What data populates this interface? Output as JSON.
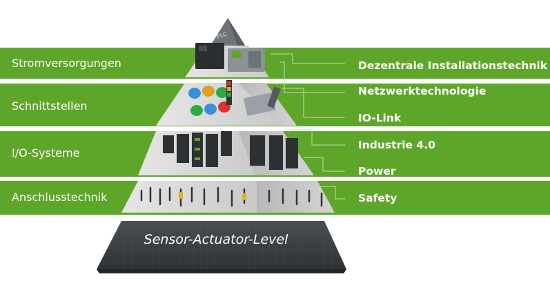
{
  "left_categories": [
    {
      "label": "Stromversorgungen"
    },
    {
      "label": "Schnittstellen"
    },
    {
      "label": "I/O-Systeme"
    },
    {
      "label": "Anschlusstechnik"
    }
  ],
  "right_categories": [
    {
      "label": "Dezentrale Installationstechnik"
    },
    {
      "label": "Netzwerktechnologie"
    },
    {
      "label": "IO-Link"
    },
    {
      "label": "Industrie 4.0"
    },
    {
      "label": "Power"
    },
    {
      "label": "Safety"
    }
  ],
  "pyramid": {
    "apex_label": "PLC",
    "base_label": "Sensor-Actuator-Level"
  },
  "colors": {
    "brand_green": "#5ea62a",
    "connector_lines": "#c8d9b0",
    "pyramid_base": "#3b3f42",
    "pyramid_tier": "#d8d8d8"
  }
}
